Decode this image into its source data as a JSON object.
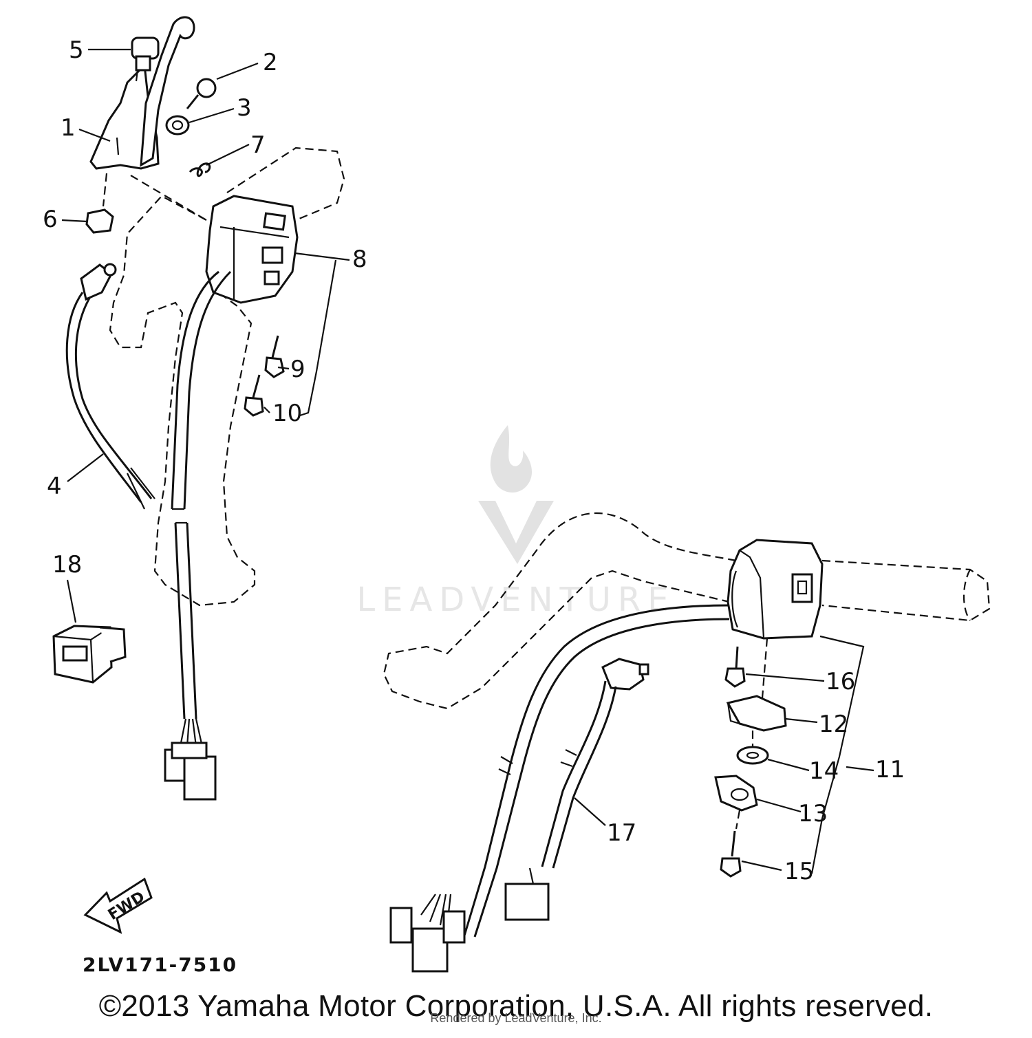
{
  "diagram": {
    "part_labels": [
      "1",
      "2",
      "3",
      "4",
      "5",
      "6",
      "7",
      "8",
      "9",
      "10",
      "11",
      "12",
      "13",
      "14",
      "15",
      "16",
      "17",
      "18"
    ],
    "fwd_label": "FWD",
    "catalog_code": "2LV171-7510"
  },
  "watermark": {
    "text": "LEADVENTURE"
  },
  "footer": {
    "copyright": "©2013 Yamaha Motor Corporation, U.S.A. All rights reserved.",
    "rendered_by": "Rendered by LeadVenture, Inc."
  }
}
